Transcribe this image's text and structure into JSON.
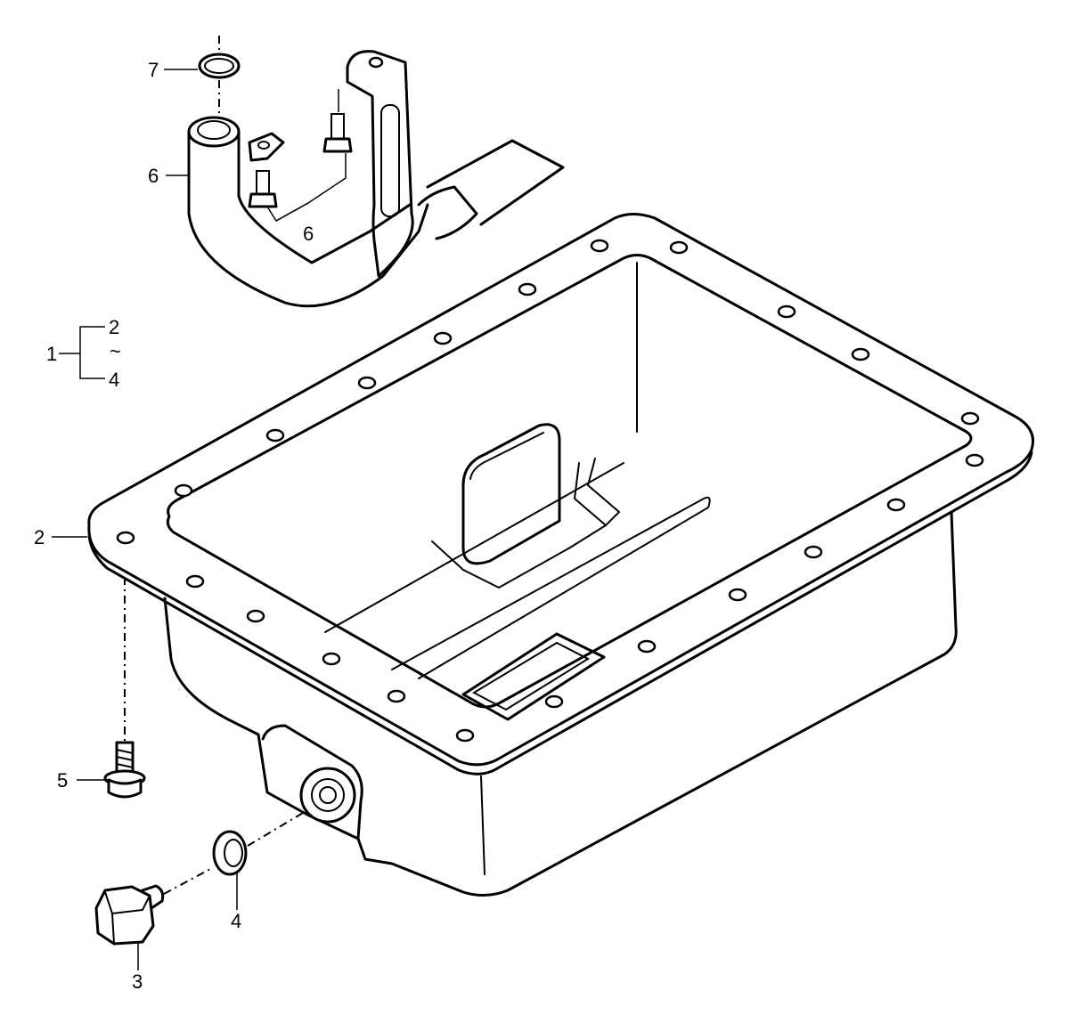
{
  "callouts": [
    {
      "id": "c7",
      "text": "7"
    },
    {
      "id": "c6a",
      "text": "6"
    },
    {
      "id": "c6b",
      "text": "6"
    },
    {
      "id": "c1",
      "text": "1"
    },
    {
      "id": "c1top",
      "text": "2"
    },
    {
      "id": "c1tilde",
      "text": "~"
    },
    {
      "id": "c1bot",
      "text": "4"
    },
    {
      "id": "c2",
      "text": "2"
    },
    {
      "id": "c5",
      "text": "5"
    },
    {
      "id": "c4",
      "text": "4"
    },
    {
      "id": "c3",
      "text": "3"
    }
  ]
}
